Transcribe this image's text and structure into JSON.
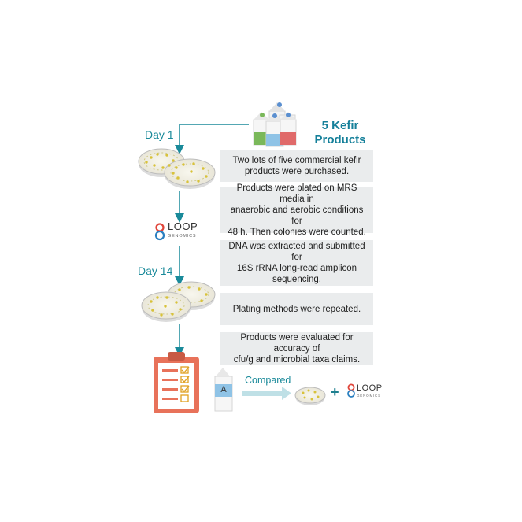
{
  "header": {
    "title_line1": "5 Kefir",
    "title_line2": "Products"
  },
  "timeline": {
    "day1": "Day 1",
    "day14": "Day 14"
  },
  "steps": [
    {
      "line1": "Two lots of five commercial kefir",
      "line2": "products were purchased."
    },
    {
      "line1": "Products were plated on MRS media in",
      "line2": "anaerobic and aerobic conditions for",
      "line3": "48 h. Then colonies were counted."
    },
    {
      "line1": "DNA was extracted and submitted for",
      "line2": "16S rRNA long-read amplicon",
      "line3": "sequencing."
    },
    {
      "line1": "Plating methods were repeated."
    },
    {
      "line1": "Products were evaluated for accuracy of",
      "line2": "cfu/g and microbial taxa claims."
    }
  ],
  "logo": {
    "word": "LOOP",
    "sub": "GENOMICS"
  },
  "comparison": {
    "carton_label": "A",
    "arrow_label": "Compared",
    "plus": "+"
  },
  "colors": {
    "teal_arrow": "#1a8a9a",
    "box_bg": "#eaeced",
    "title": "#15809a",
    "clipboard": "#e8725a",
    "colony": "#d8c23a",
    "carton_green": "#7ab85a",
    "carton_blue": "#8fc3e6",
    "carton_red": "#e06a6a"
  }
}
